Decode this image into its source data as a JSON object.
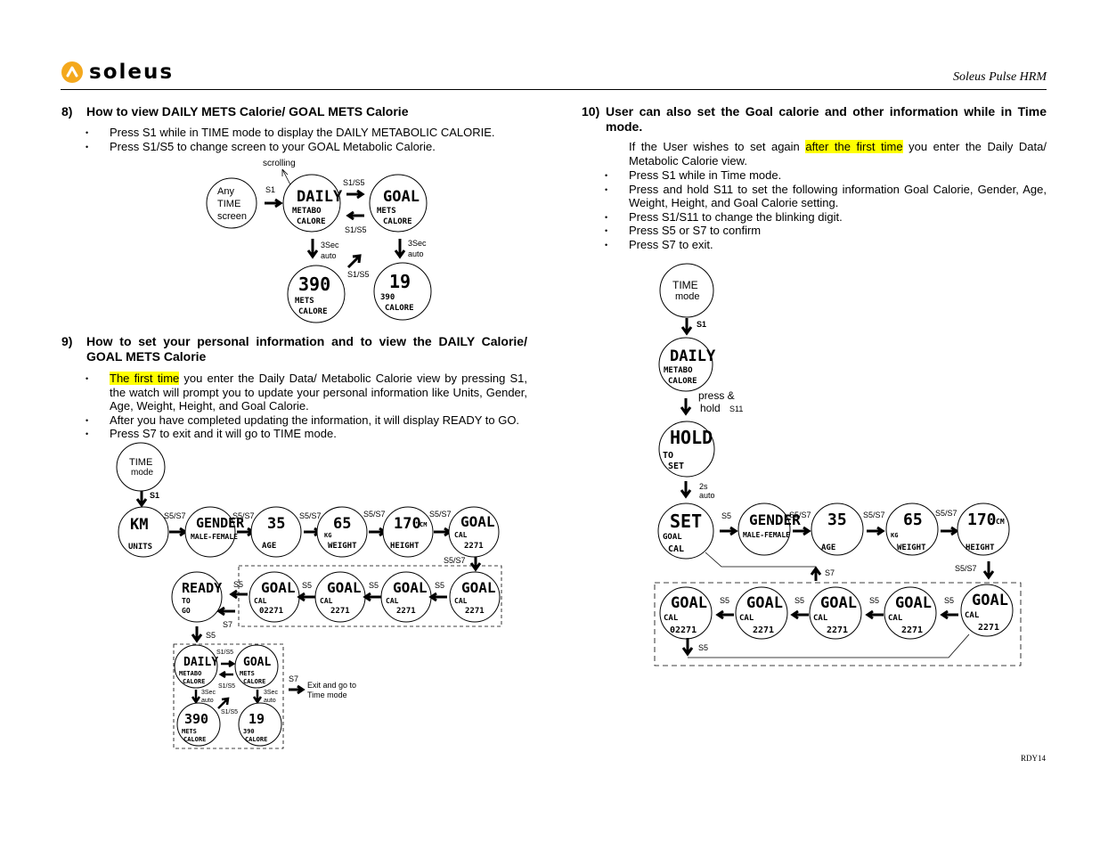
{
  "header": {
    "brand": "soleus",
    "doc_title": "Soleus Pulse HRM"
  },
  "section8": {
    "number": "8)",
    "title": "How to view DAILY METS Calorie/ GOAL METS Calorie",
    "bullets": [
      "Press S1 while in TIME mode to display the DAILY METABOLIC CALORIE.",
      "Press S1/S5 to change screen to your GOAL Metabolic Calorie."
    ],
    "diagram": {
      "scrolling": "scrolling",
      "any": "Any",
      "time": "TIME",
      "screen": "screen",
      "s1": "S1",
      "s1s5": "S1/S5",
      "sec3": "3Sec",
      "auto": "auto",
      "daily": "DAILY",
      "metabo": "METABO",
      "calore": "CALORE",
      "goal": "GOAL",
      "mets": "METS",
      "v390": "390",
      "v19": "19"
    }
  },
  "section9": {
    "number": "9)",
    "title_line1": "How to set your personal information and to view the DAILY Calorie/",
    "title_line2": "GOAL METS Calorie",
    "bullet1_highlight": "The first time",
    "bullet1_rest": " you enter the Daily Data/ Metabolic Calorie view by pressing S1, the watch will prompt you to update your personal information like Units, Gender, Age, Weight, Height, and Goal Calorie.",
    "bullets": [
      "After you have completed updating the information, it will display READY to GO.",
      "Press S7 to exit and it will go to TIME mode."
    ],
    "diagram": {
      "time": "TIME",
      "mode": "mode",
      "s1": "S1",
      "s5": "S5",
      "s7": "S7",
      "s5s7": "S5/S7",
      "s1s5": "S1/S5",
      "sec3": "3Sec",
      "auto": "auto",
      "km": "KM",
      "units": "UNITS",
      "gender": "GENDER",
      "male_female": "MALE-FEMALE",
      "age_v": "35",
      "age": "AGE",
      "wt_v": "65",
      "kg": "KG",
      "weight": "WEIGHT",
      "ht_v": "170",
      "cm": "CM",
      "height": "HEIGHT",
      "goal": "GOAL",
      "cal": "CAL",
      "v2271": "2271",
      "v02271": "02271",
      "ready": "READY",
      "to": "TO",
      "go": "GO",
      "daily": "DAILY",
      "metabo": "METABO",
      "calore": "CALORE",
      "mets": "METS",
      "v390": "390",
      "v19": "19",
      "exit1": "Exit and go to",
      "exit2": "Time mode"
    }
  },
  "section10": {
    "number": "10)",
    "title_line1": "User can also set the Goal calorie and other information while in Time",
    "title_line2": "mode.",
    "para_pre": "If the User wishes to set again ",
    "para_highlight": "after the first time",
    "para_post": " you enter the Daily Data/ Metabolic Calorie view.",
    "bullets": [
      "Press S1 while in Time mode.",
      "Press and hold S11 to set the following information Goal Calorie, Gender, Age, Weight, Height, and Goal Calorie setting.",
      "Press S1/S11 to change the blinking digit.",
      "Press S5 or S7 to confirm",
      "Press S7 to exit."
    ],
    "diagram": {
      "time": "TIME",
      "mode": "mode",
      "s1": "S1",
      "press": "press &",
      "hold": "hold",
      "s11": "S11",
      "hold_lcd": "HOLD",
      "to": "TO",
      "set": "SET",
      "s2": "2s",
      "auto": "auto",
      "set_lcd": "SET",
      "goal": "GOAL",
      "cal": "CAL",
      "s5": "S5",
      "s7": "S7",
      "s5s7": "S5/S7",
      "gender": "GENDER",
      "male_female": "MALE-FEMALE",
      "age_v": "35",
      "age": "AGE",
      "wt_v": "65",
      "kg": "KG",
      "weight": "WEIGHT",
      "ht_v": "170",
      "cm": "CM",
      "height": "HEIGHT",
      "v2271": "2271",
      "v02271": "02271",
      "daily": "DAILY",
      "metabo": "METABO",
      "calore": "CALORE"
    }
  },
  "footer": {
    "code": "RDY14"
  }
}
